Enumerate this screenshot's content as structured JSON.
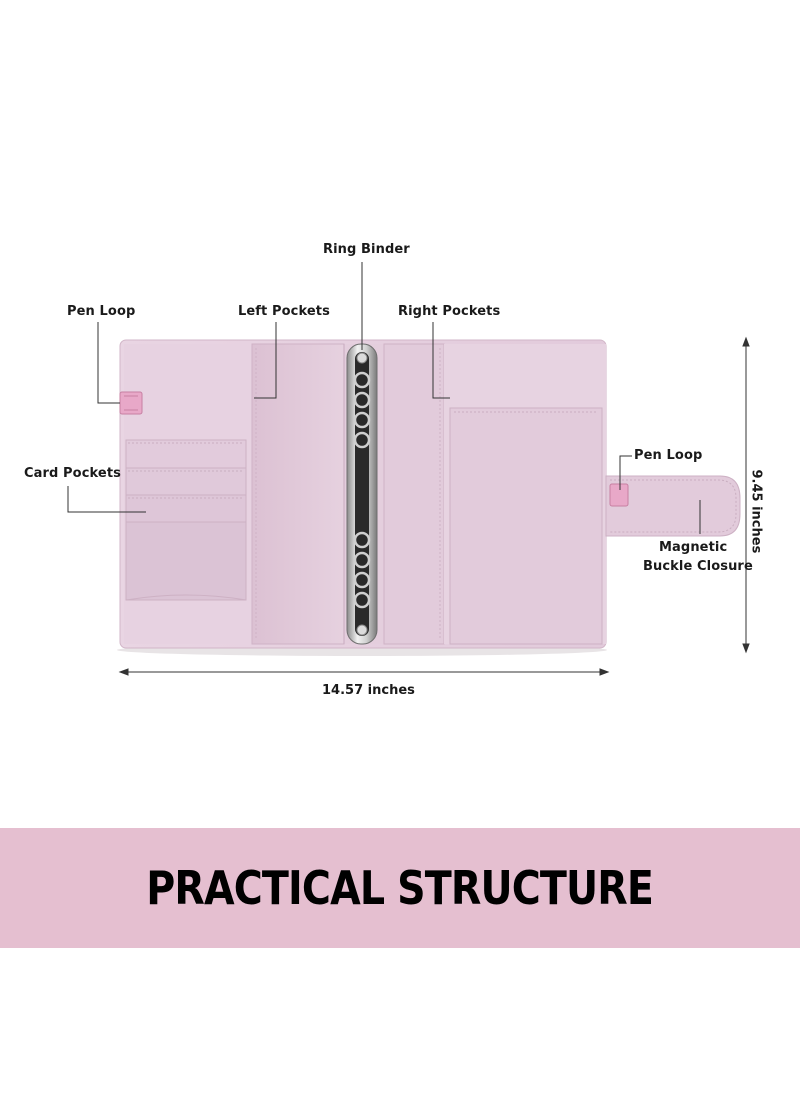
{
  "labels": {
    "ring_binder": "Ring Binder",
    "pen_loop_left": "Pen Loop",
    "left_pockets": "Left Pockets",
    "right_pockets": "Right Pockets",
    "card_pockets": "Card Pockets",
    "pen_loop_right": "Pen Loop",
    "magnetic_line1": "Magnetic",
    "magnetic_line2": "Buckle Closure"
  },
  "dimensions": {
    "width": "14.57 inches",
    "height": "9.45 inches"
  },
  "banner": {
    "title": "PRACTICAL STRUCTURE"
  },
  "colors": {
    "leather": "#e6d0e0",
    "pocket": "#dfc6d8",
    "pen_loop": "#e8a8c8",
    "banner": "#e5bfd0"
  }
}
